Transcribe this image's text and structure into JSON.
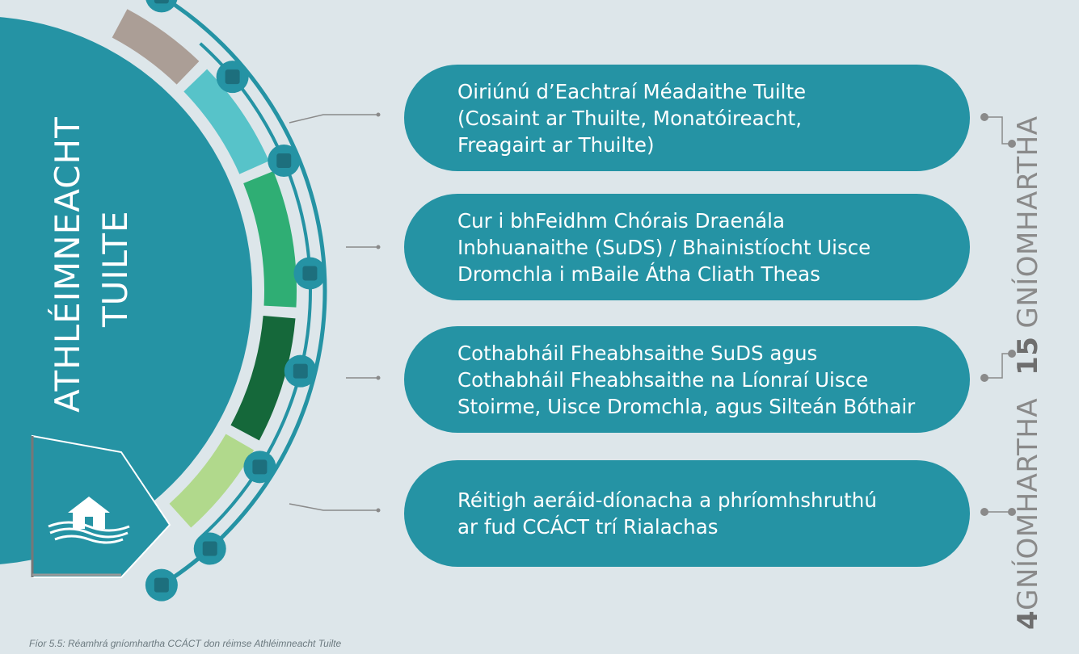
{
  "hub": {
    "line1": "ATHLÉIMNEACHT",
    "line2": "TUILTE",
    "icon": "house-flood-icon"
  },
  "actions": [
    {
      "text": "Oiriúnú d’Eachtraí Méadaithe Tuilte\n(Cosaint ar Thuilte, Monatóireacht,\nFreagairt ar Thuilte)"
    },
    {
      "text": "Cur i bhFeidhm Chórais Draenála\nInbhuanaithe (SuDS) / Bhainistíocht Uisce\nDromchla i mBaile Átha Cliath Theas"
    },
    {
      "text": "Cothabháil Fheabhsaithe SuDS agus\nCothabháil Fheabhsaithe na Líonraí Uisce\nStoirme, Uisce Dromchla, agus Silteán Bóthair"
    },
    {
      "text": "Réitigh aeráid-díonacha a phríomhshruthú\nar fud CCÁCT trí Rialachas"
    }
  ],
  "totals": {
    "actions_count": "4",
    "actions_label": "GNÍOMHARTHA",
    "sub_count": "15",
    "sub_label": "GNÍOMHARTHA"
  },
  "caption": "Fíor 5.5: Réamhrá gníomhartha CCÁCT don réimse Athléimneacht Tuilte",
  "colors": {
    "background": "#dde6ea",
    "primary": "#2593a4",
    "segments": [
      "#ab9e96",
      "#57c3c9",
      "#2fae74",
      "#15683a",
      "#b1d98c"
    ],
    "ring": "#2593a4",
    "gray": "#8a8a8a"
  }
}
